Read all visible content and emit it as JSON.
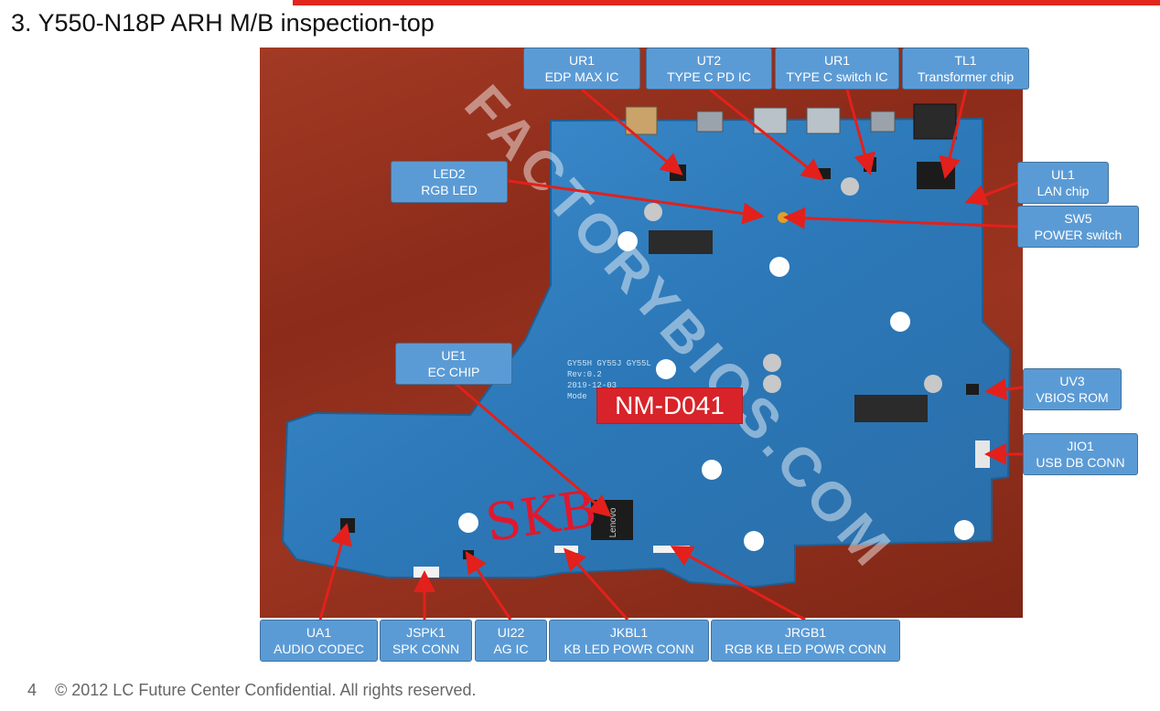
{
  "slide": {
    "title": "3. Y550-N18P ARH M/B inspection-top",
    "page_number": "4",
    "footer": "© 2012 LC Future Center Confidential. All rights reserved."
  },
  "photo": {
    "watermark": "FACTORYBIOS.COM",
    "board_model": "NM-D041",
    "silk_lines": [
      "GY55H GY55J GY55L",
      "Rev:0.2",
      "2019-12-03",
      "Mode"
    ],
    "chip_label": "Lenovo",
    "handwritten_note": "SKB"
  },
  "callouts": [
    {
      "id": "ur1-edp",
      "ref": "UR1",
      "desc": "EDP MAX IC"
    },
    {
      "id": "ut2",
      "ref": "UT2",
      "desc": "TYPE C PD IC"
    },
    {
      "id": "ur1-typec",
      "ref": "UR1",
      "desc": "TYPE C switch IC"
    },
    {
      "id": "tl1",
      "ref": "TL1",
      "desc": "Transformer chip"
    },
    {
      "id": "led2",
      "ref": "LED2",
      "desc": "RGB LED"
    },
    {
      "id": "ul1",
      "ref": "UL1",
      "desc": "LAN chip"
    },
    {
      "id": "sw5",
      "ref": "SW5",
      "desc": "POWER switch"
    },
    {
      "id": "ue1",
      "ref": "UE1",
      "desc": "EC CHIP"
    },
    {
      "id": "uv3",
      "ref": "UV3",
      "desc": "VBIOS ROM"
    },
    {
      "id": "jio1",
      "ref": "JIO1",
      "desc": "USB DB CONN"
    },
    {
      "id": "ua1",
      "ref": "UA1",
      "desc": "AUDIO CODEC"
    },
    {
      "id": "jspk1",
      "ref": "JSPK1",
      "desc": "SPK CONN"
    },
    {
      "id": "ui22",
      "ref": "UI22",
      "desc": "AG IC"
    },
    {
      "id": "jkbl1",
      "ref": "JKBL1",
      "desc": "KB LED POWR CONN"
    },
    {
      "id": "jrgb1",
      "ref": "JRGB1",
      "desc": "RGB KB LED POWR CONN"
    }
  ],
  "colors": {
    "accent_red": "#e0261d",
    "callout_fill": "#5b9bd5",
    "arrow_red": "#e3201b",
    "board_blue": "#2f7fc0"
  }
}
